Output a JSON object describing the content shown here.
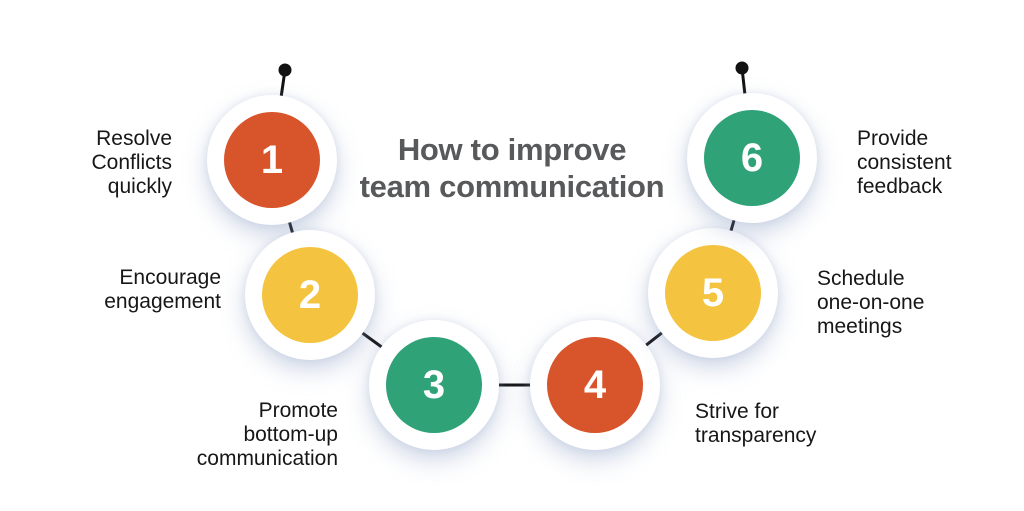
{
  "title": {
    "text": "How to improve\nteam communication"
  },
  "colors": {
    "orange": "#D8542B",
    "yellow": "#F4C440",
    "green": "#2FA277",
    "title_text": "#58595B",
    "label_text": "#171717",
    "connector": "#121212",
    "background": "#FFFFFF"
  },
  "steps": [
    {
      "number": "1",
      "label": "Resolve\nConflicts\nquickly",
      "color": "#D8542B"
    },
    {
      "number": "2",
      "label": "Encourage\nengagement",
      "color": "#F4C440"
    },
    {
      "number": "3",
      "label": "Promote\nbottom-up\ncommunication",
      "color": "#2FA277"
    },
    {
      "number": "4",
      "label": "Strive for\ntransparency",
      "color": "#D8542B"
    },
    {
      "number": "5",
      "label": "Schedule\none-on-one\nmeetings",
      "color": "#F4C440"
    },
    {
      "number": "6",
      "label": "Provide\nconsistent\nfeedback",
      "color": "#2FA277"
    }
  ]
}
